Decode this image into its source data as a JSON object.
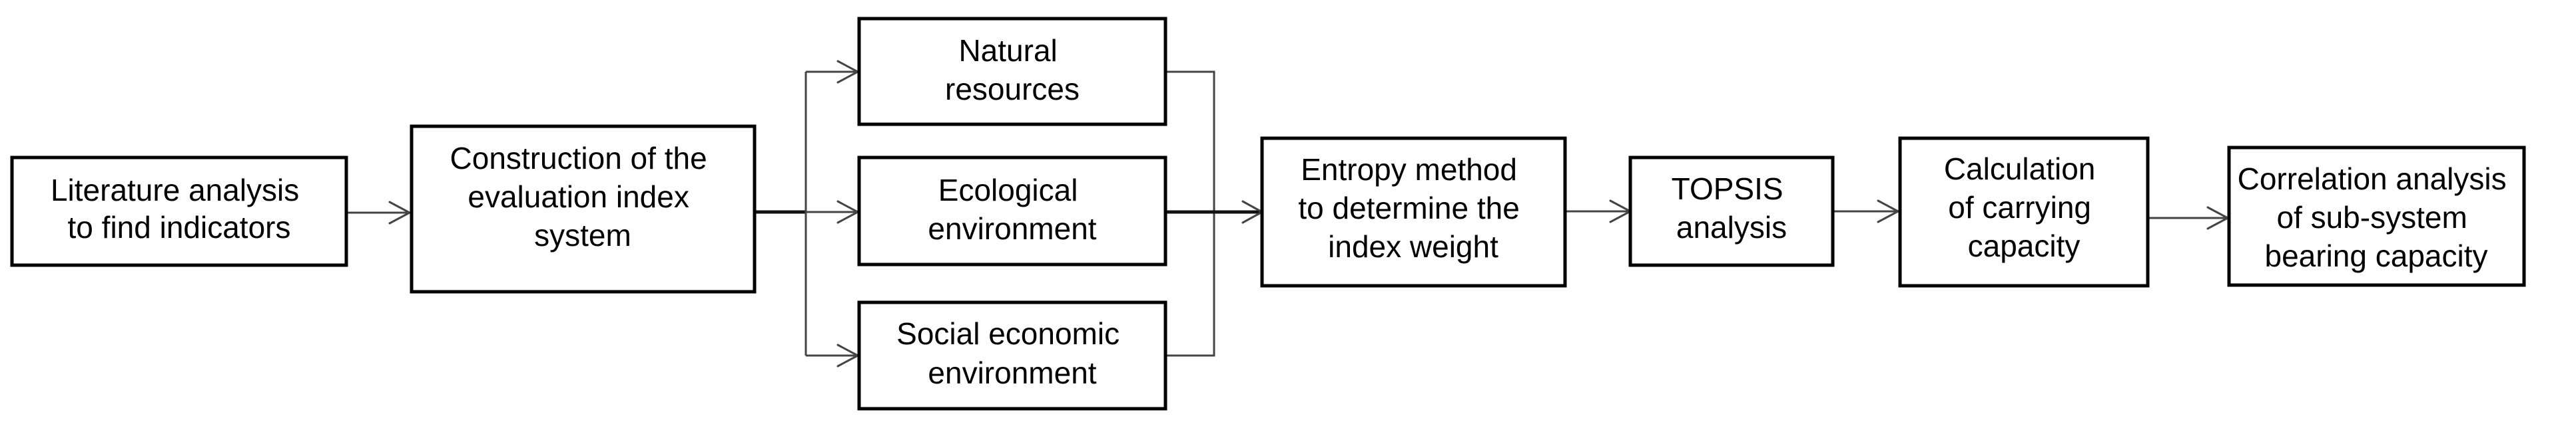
{
  "nodes": {
    "literature": {
      "lines": [
        "Literature analysis",
        "to find indicators"
      ]
    },
    "construction": {
      "lines": [
        "Construction of the",
        "evaluation index",
        "system"
      ]
    },
    "natural": {
      "lines": [
        "Natural",
        "resources"
      ]
    },
    "ecological": {
      "lines": [
        "Ecological",
        "environment"
      ]
    },
    "social": {
      "lines": [
        "Social economic",
        "environment"
      ]
    },
    "entropy": {
      "lines": [
        "Entropy method",
        "to determine the",
        "index weight"
      ]
    },
    "topsis": {
      "lines": [
        "TOPSIS",
        "analysis"
      ]
    },
    "calculation": {
      "lines": [
        "Calculation",
        "of carrying",
        "capacity"
      ]
    },
    "correlation": {
      "lines": [
        "Correlation analysis",
        "of sub-system",
        "bearing capacity"
      ]
    }
  }
}
